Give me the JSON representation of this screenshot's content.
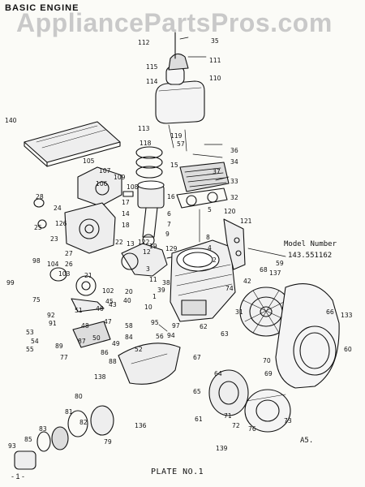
{
  "watermark": "AppliancePartsPros.com",
  "section_title": "BASIC ENGINE",
  "plate_label": "PLATE NO.1",
  "model_label": "Model Number",
  "model_value": "143.551162",
  "diagram_code": "A5.",
  "page_mark": "- 1 -",
  "part_numbers": [
    "112",
    "35",
    "111",
    "115",
    "110",
    "114",
    "140",
    "113",
    "119",
    "118",
    "57",
    "36",
    "34",
    "15",
    "37",
    "105",
    "107",
    "109",
    "33",
    "108",
    "106",
    "28",
    "16",
    "32",
    "24",
    "17",
    "120",
    "14",
    "121",
    "18",
    "25",
    "126",
    "23",
    "13",
    "19",
    "5",
    "6",
    "7",
    "8",
    "122",
    "129",
    "9",
    "22",
    "98",
    "104",
    "103",
    "26",
    "27",
    "12",
    "21",
    "4",
    "2",
    "68",
    "59",
    "3",
    "99",
    "11",
    "42",
    "102",
    "20",
    "40",
    "1",
    "43",
    "10",
    "38",
    "137",
    "75",
    "92",
    "91",
    "51",
    "48",
    "45",
    "46",
    "47",
    "39",
    "74",
    "31",
    "66",
    "133",
    "53",
    "54",
    "55",
    "89",
    "87",
    "50",
    "49",
    "84",
    "58",
    "95",
    "52",
    "56",
    "94",
    "97",
    "62",
    "63",
    "60",
    "67",
    "86",
    "88",
    "138",
    "77",
    "64",
    "70",
    "69",
    "65",
    "80",
    "81",
    "82",
    "83",
    "85",
    "93",
    "136",
    "79",
    "61",
    "71",
    "72",
    "76",
    "73",
    "139"
  ]
}
